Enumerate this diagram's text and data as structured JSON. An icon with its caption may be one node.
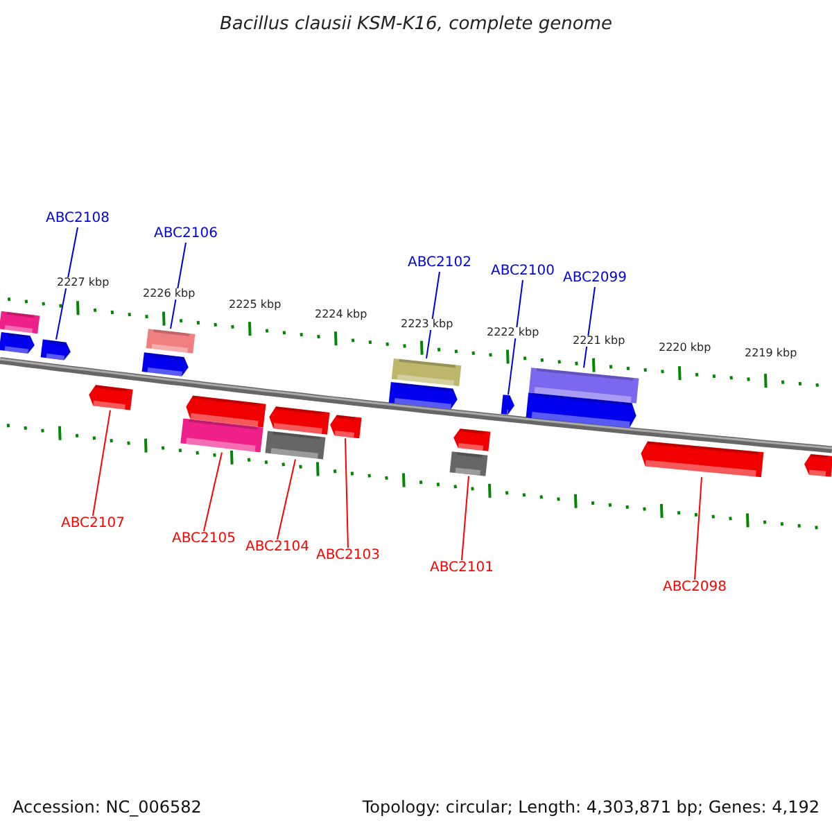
{
  "diagram": {
    "title": "Bacillus clausii KSM-K16, complete genome",
    "nodes": [
      {
        "text": [
          "ABC2108"
        ]
      },
      {
        "text": [
          "ABC2106"
        ]
      },
      {
        "text": [
          "ABC2102"
        ]
      },
      {
        "text": [
          "ABC2100"
        ]
      },
      {
        "text": [
          "ABC2099"
        ]
      },
      {
        "text": [],
        "shape": "bar"
      },
      {
        "text": [],
        "shape": "bar"
      },
      {
        "text": [],
        "shape": "bar"
      },
      {
        "text": [],
        "shape": "bar"
      },
      {
        "text": [],
        "shape": "bar"
      },
      {
        "text": [],
        "shape": "bar"
      },
      {
        "text": [],
        "shape": "bar"
      },
      {
        "text": [],
        "shape": "bar"
      },
      {
        "text": [],
        "shape": "bar"
      },
      {
        "text": [],
        "shape": "bar"
      },
      {
        "text": [],
        "shape": "bar"
      },
      {
        "text": [],
        "shape": "bar"
      },
      {
        "text": [],
        "shape": "bar"
      },
      {
        "text": [],
        "shape": "bar"
      },
      {
        "text": [],
        "shape": "bar"
      },
      {
        "text": [],
        "shape": "bar"
      },
      {
        "text": [],
        "shape": "bar"
      },
      {
        "text": [],
        "shape": "bar"
      },
      {
        "text": [],
        "shape": "bar"
      },
      {
        "text": [],
        "shape": "bar"
      },
      {
        "text": [
          "ABC2107"
        ]
      },
      {
        "text": [
          "ABC2105"
        ]
      },
      {
        "text": [
          "ABC2104"
        ]
      },
      {
        "text": [
          "ABC2103"
        ]
      },
      {
        "text": [
          "ABC2101"
        ]
      },
      {
        "text": [
          "ABC2098"
        ]
      }
    ],
    "edges": [
      {
        "from": 0,
        "to": 7,
        "arrow": "none",
        "color": "#0000dd"
      },
      {
        "from": 1,
        "to": 8,
        "arrow": "none",
        "color": "#0000dd"
      },
      {
        "from": 2,
        "to": 10,
        "arrow": "none",
        "color": "#0000dd"
      },
      {
        "from": 3,
        "to": 12,
        "arrow": "none",
        "color": "#0000dd"
      },
      {
        "from": 4,
        "to": 13,
        "arrow": "none",
        "color": "#0000dd"
      },
      {
        "from": 25,
        "to": 15,
        "arrow": "none"
      },
      {
        "from": 26,
        "to": 17,
        "arrow": "none"
      },
      {
        "from": 27,
        "to": 19,
        "arrow": "none"
      },
      {
        "from": 28,
        "to": 20,
        "arrow": "none"
      },
      {
        "from": 29,
        "to": 22,
        "arrow": "none"
      },
      {
        "from": 30,
        "to": 23,
        "arrow": "none"
      }
    ],
    "labels": [
      "2227 kbp",
      "2226 kbp",
      "2225 kbp",
      "2224 kbp",
      "2223 kbp",
      "2222 kbp",
      "2221 kbp",
      "2220 kbp",
      "2219 kbp",
      "Accession: NC_006582",
      "Topology: circular; Length: 4,303,871 bp; Genes: 4,192"
    ]
  }
}
